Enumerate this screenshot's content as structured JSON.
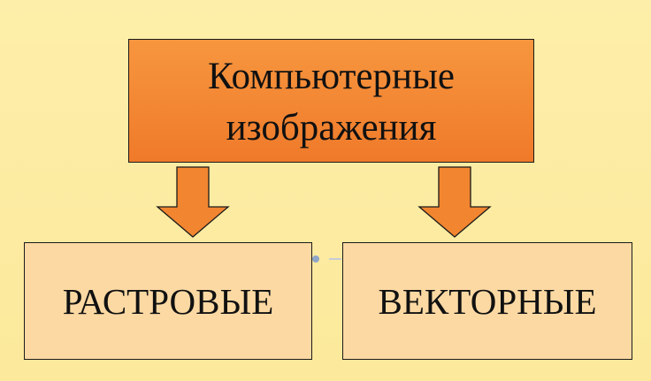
{
  "diagram": {
    "top_box": {
      "line1": "Компьютерные",
      "line2": "изображения"
    },
    "left_box": {
      "label": "РАСТРОВЫЕ"
    },
    "right_box": {
      "label": "ВЕКТОРНЫЕ"
    }
  },
  "colors": {
    "background": "#FCEBA0",
    "top_box_fill": "#F28530",
    "bottom_box_fill": "#FCD9A3",
    "arrow_fill": "#F28530",
    "border": "#1A1A1A"
  }
}
